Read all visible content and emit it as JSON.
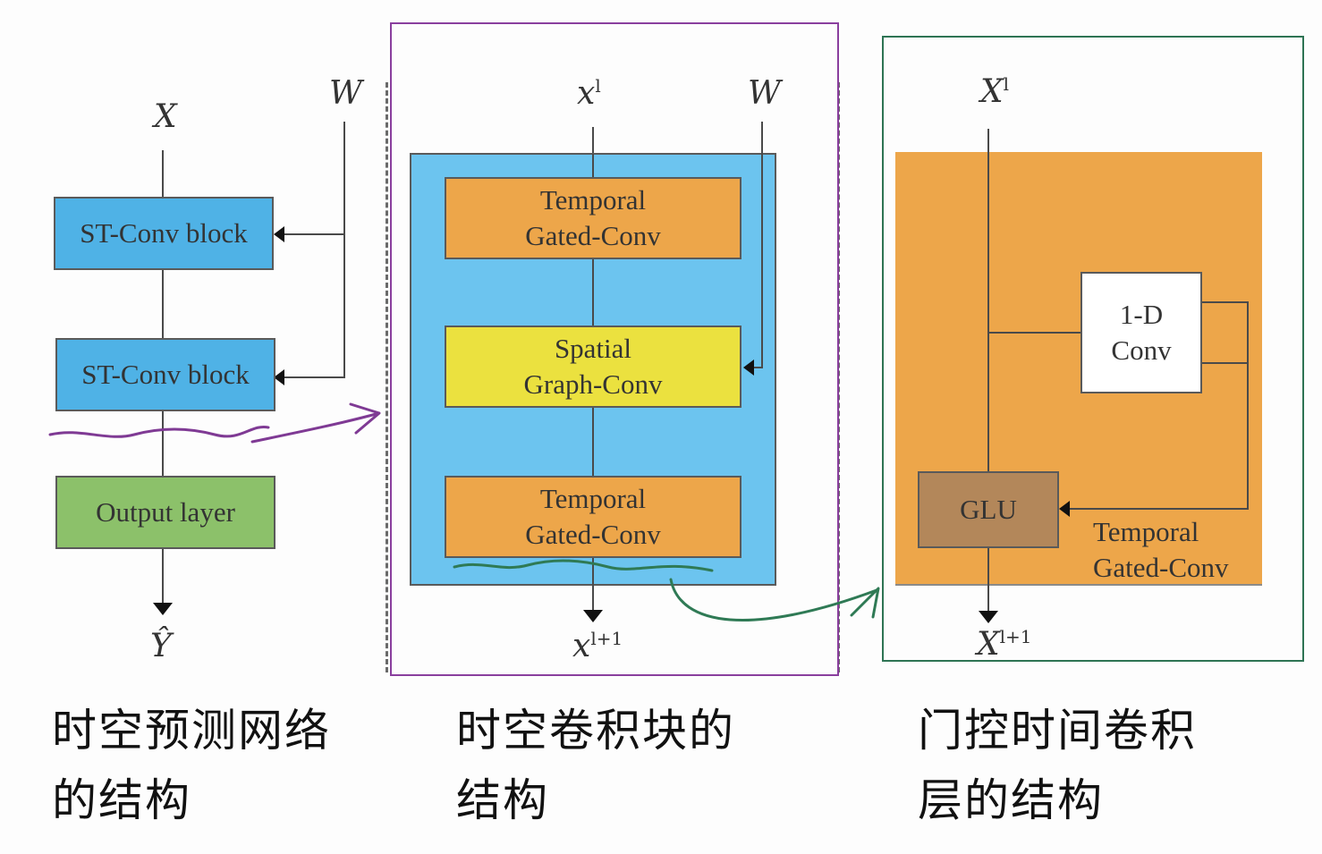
{
  "left_diagram": {
    "input_label": "X",
    "weight_label": "W",
    "blocks": [
      "ST-Conv block",
      "ST-Conv block",
      "Output layer"
    ],
    "output_label": "Ŷ",
    "caption": "时空预测网络\n的结构"
  },
  "middle_diagram": {
    "input_label": "x",
    "input_sup": "l",
    "weight_label": "W",
    "blocks": [
      "Temporal\nGated-Conv",
      "Spatial\nGraph-Conv",
      "Temporal\nGated-Conv"
    ],
    "output_label": "x",
    "output_sup": "l+1",
    "caption": "时空卷积块的\n结构"
  },
  "right_diagram": {
    "input_label": "X",
    "input_sup": "l",
    "conv_block": "1-D\nConv",
    "glu_block": "GLU",
    "region_label": "Temporal\nGated-Conv",
    "output_label": "X",
    "output_sup": "l+1",
    "caption": "门控时间卷积\n层的结构"
  },
  "colors": {
    "st_conv_blue": "#4fb2e6",
    "middle_bg_blue": "#6cc4ef",
    "temporal_orange": "#eda64a",
    "spatial_yellow": "#ebe13f",
    "output_green": "#8cc16a",
    "glu_brown": "#b3875a",
    "right_bg_orange": "#eda64a",
    "frame_purple": "#8a3f9e",
    "frame_green": "#2e7454",
    "annotation_purple": "#7f3a94",
    "annotation_green": "#2f7a55"
  }
}
